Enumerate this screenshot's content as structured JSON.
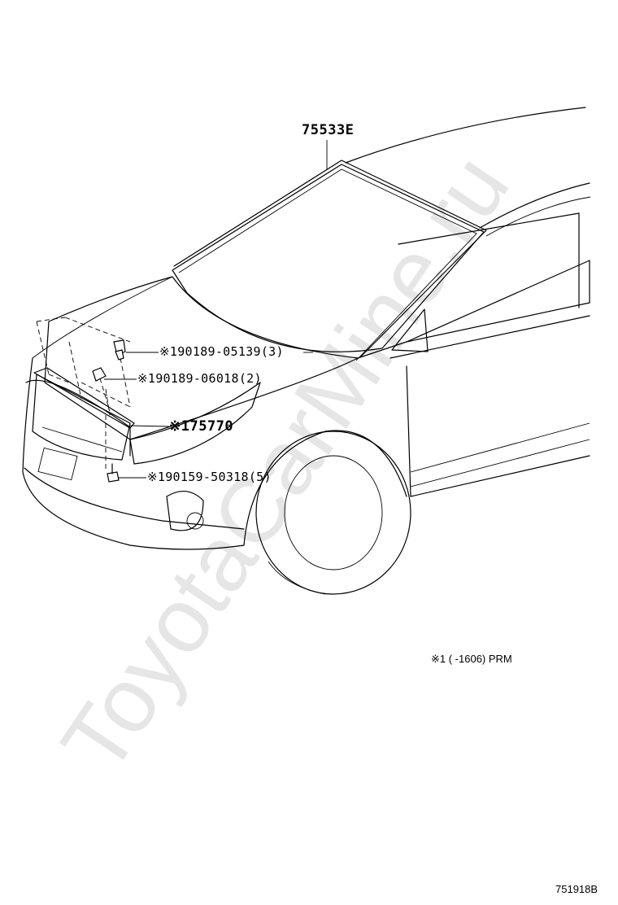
{
  "watermark": "ToyotaCarMine.ru",
  "diagram_id": "751918B",
  "note": "※1 (      -1606) PRM",
  "parts": [
    {
      "id": "molding-windshield",
      "label": "75533E"
    },
    {
      "id": "clip-hood-front",
      "label": "※190189-05139(3)"
    },
    {
      "id": "clip-hood-mid",
      "label": "※190189-06018(2)"
    },
    {
      "id": "molding-hood",
      "label": "※175770"
    },
    {
      "id": "screw-bottom",
      "label": "※190159-50318(5)"
    }
  ]
}
